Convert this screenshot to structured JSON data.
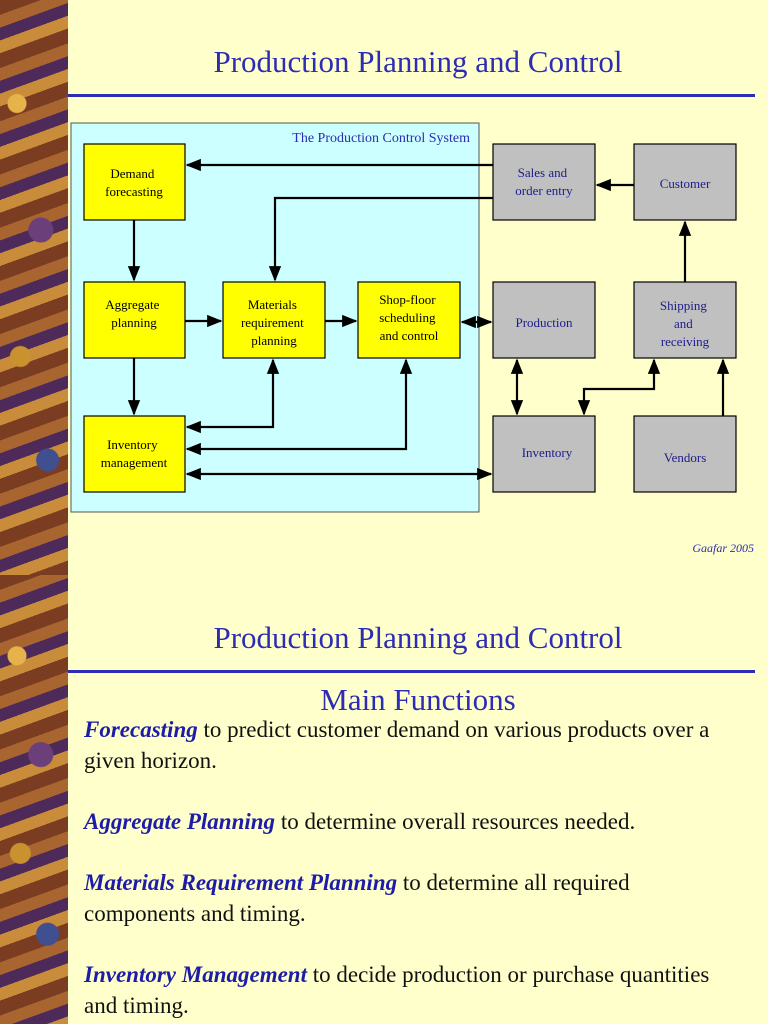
{
  "slide1": {
    "title": "Production Planning and Control",
    "system_label": "The Production Control System",
    "boxes": {
      "demand": [
        "Demand",
        "forecasting"
      ],
      "aggregate": [
        "Aggregate",
        "planning"
      ],
      "mrp": [
        "Materials",
        "requirement",
        "planning"
      ],
      "shopfloor": [
        "Shop-floor",
        "scheduling",
        "and control"
      ],
      "inventory_mgmt": [
        "Inventory",
        "management"
      ],
      "sales": [
        "Sales and",
        "order entry"
      ],
      "customer": [
        "Customer"
      ],
      "production": [
        "Production"
      ],
      "shipping": [
        "Shipping",
        "and",
        "receiving"
      ],
      "inventory": [
        "Inventory"
      ],
      "vendors": [
        "Vendors"
      ]
    },
    "credit": "Gaafar 2005",
    "colors": {
      "title_blue": "#2c2cb4",
      "yellow_box": "#ffff00",
      "gray_box": "#c0c0c0",
      "system_bg": "#ccffff",
      "slide_bg": "#ffffcc"
    }
  },
  "slide2": {
    "title": "Production Planning and Control",
    "subtitle": "Main Functions",
    "functions": [
      {
        "term": "Forecasting",
        "desc": " to predict customer demand on various products over a given horizon."
      },
      {
        "term": "Aggregate Planning",
        "desc": " to determine overall resources needed."
      },
      {
        "term": "Materials Requirement Planning",
        "desc": " to determine all required components and timing."
      },
      {
        "term": "Inventory Management",
        "desc": " to decide production or purchase quantities and timing."
      }
    ]
  }
}
